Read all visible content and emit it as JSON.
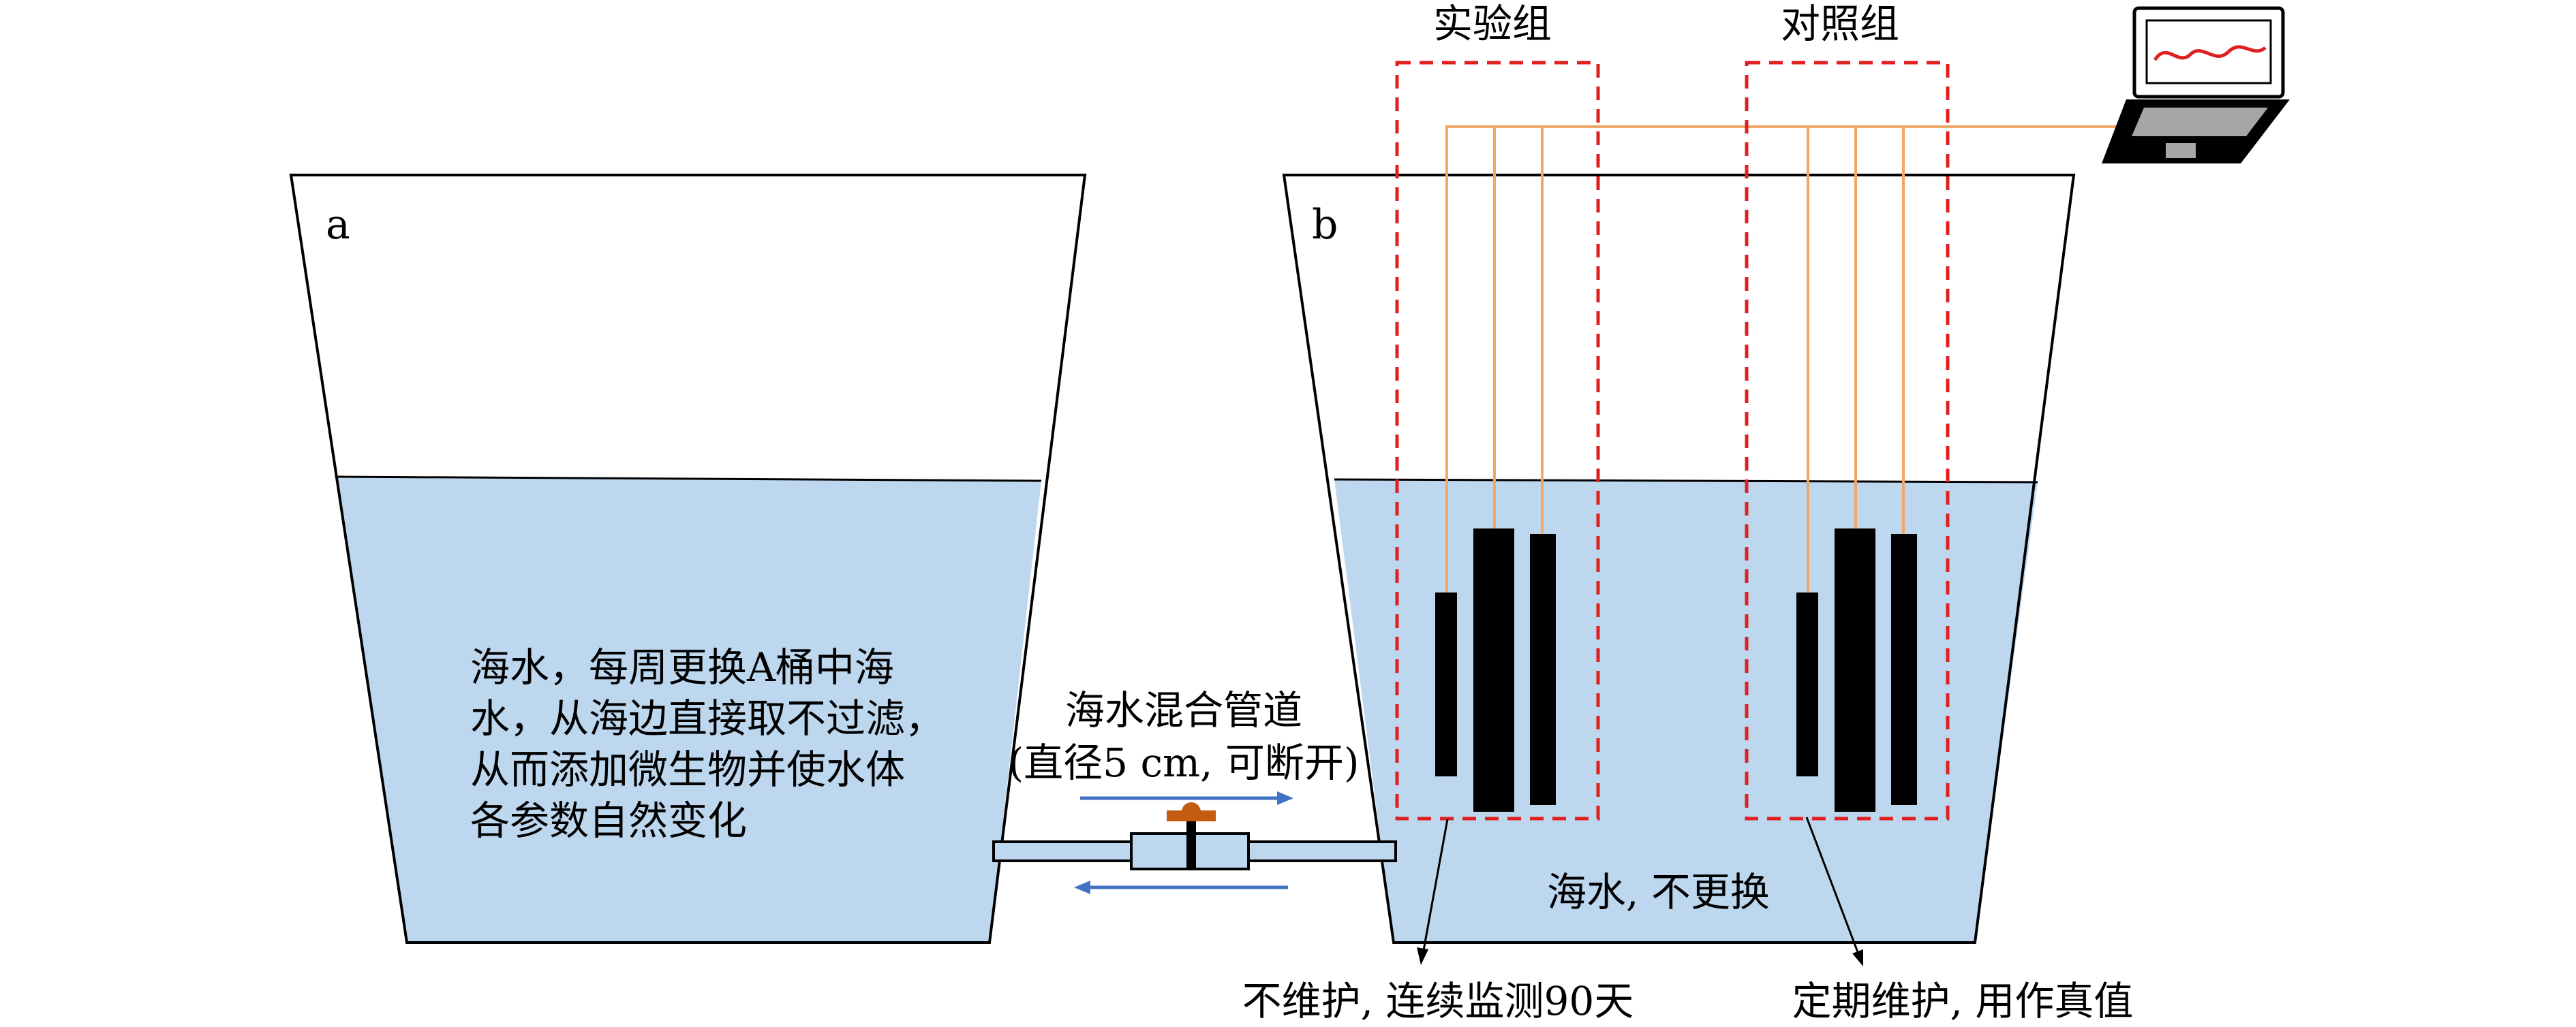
{
  "tank_a": {
    "label": "a",
    "water_text": [
      "海水，每周更换A桶中海",
      "水，从海边直接取不过滤，",
      "从而添加微生物并使水体",
      "各参数自然变化"
    ]
  },
  "tank_b": {
    "label": "b",
    "water_text": "海水, 不更换"
  },
  "pipe": {
    "title": "海水混合管道",
    "subtitle": "(直径5 cm, 可断开)"
  },
  "groups": {
    "experimental": "实验组",
    "control": "对照组"
  },
  "notes": {
    "experimental": "不维护, 连续监测90天",
    "control": "定期维护, 用作真值"
  },
  "colors": {
    "water": "#bdd7ee",
    "dashed_box": "#e02020",
    "cable": "#f0a868",
    "arrow_blue": "#4472c4",
    "valve_handle": "#c55a11",
    "chart_line": "#e02020"
  }
}
